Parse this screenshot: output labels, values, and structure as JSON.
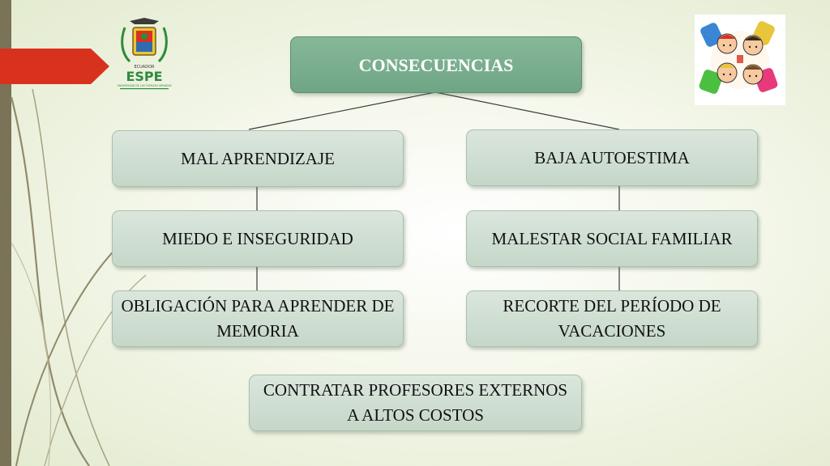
{
  "diagram": {
    "title": "CONSECUENCIAS",
    "left_column": [
      {
        "text": "MAL APRENDIZAJE"
      },
      {
        "text": "MIEDO E INSEGURIDAD"
      },
      {
        "text": "OBLIGACIÓN PARA APRENDER DE MEMORIA"
      }
    ],
    "right_column": [
      {
        "text": "BAJA AUTOESTIMA"
      },
      {
        "text": "MALESTAR SOCIAL FAMILIAR"
      },
      {
        "text": "RECORTE DEL PERÍODO DE VACACIONES"
      }
    ],
    "bottom": {
      "text": "CONTRATAR PROFESORES EXTERNOS A ALTOS COSTOS"
    }
  },
  "logo": {
    "name": "ESPE",
    "top_text": "ECUADOR",
    "small_text": "UNIVERSIDAD DE LAS FUERZAS ARMADAS"
  },
  "colors": {
    "title_box": "#78ad8d",
    "node_box": "#cfdfd2",
    "accent_red": "#d8321f",
    "logo_green": "#2e8b3c"
  },
  "icons": {
    "logo": "espe-crest-icon",
    "clipart": "children-circle-icon"
  }
}
